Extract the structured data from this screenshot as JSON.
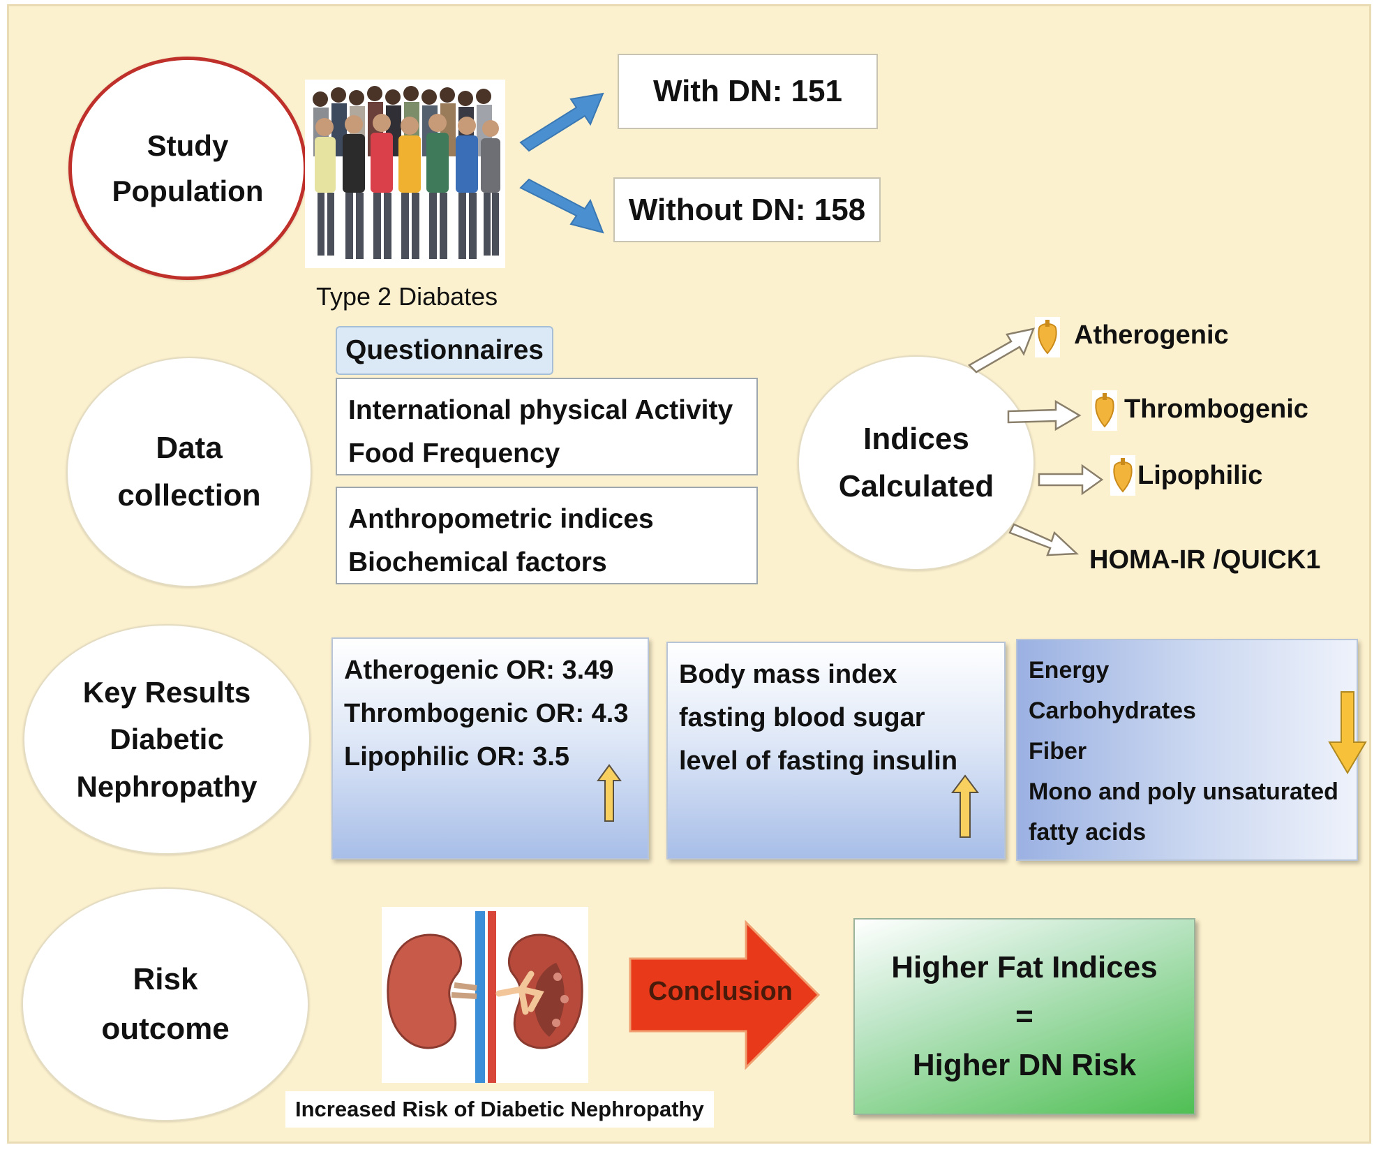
{
  "study_population": {
    "circle_label_1": "Study",
    "circle_label_2": "Population",
    "photo_caption": "Type 2 Diabates",
    "with_dn": "With DN: 151",
    "without_dn": "Without DN: 158"
  },
  "data_collection": {
    "circle_label_1": "Data",
    "circle_label_2": "collection",
    "questionnaires_header": "Questionnaires",
    "questionnaires_items": [
      "International physical Activity",
      "Food Frequency"
    ],
    "measures_items": [
      "Anthropometric indices",
      "Biochemical factors"
    ]
  },
  "indices": {
    "circle_label_1": "Indices",
    "circle_label_2": "Calculated",
    "items": [
      "Atherogenic",
      "Thrombogenic",
      "Lipophilic",
      "HOMA-IR /QUICK1"
    ]
  },
  "key_results": {
    "circle_label_1": "Key Results",
    "circle_label_2": "Diabetic",
    "circle_label_3": "Nephropathy",
    "odds_ratios": [
      "Atherogenic OR: 3.49",
      "Thrombogenic OR: 4.3",
      "Lipophilic OR: 3.5"
    ],
    "clinical": [
      "Body mass index",
      "fasting blood sugar",
      "level of fasting insulin"
    ],
    "dietary": [
      "Energy",
      "Carbohydrates",
      "Fiber",
      "Mono and poly unsaturated",
      "fatty acids"
    ]
  },
  "risk_outcome": {
    "circle_label_1": "Risk",
    "circle_label_2": "outcome",
    "kidney_caption": "Increased Risk of Diabetic Nephropathy",
    "arrow_label": "Conclusion",
    "conclusion_line_1": "Higher Fat Indices",
    "conclusion_line_2": "=",
    "conclusion_line_3": "Higher DN Risk"
  },
  "colors": {
    "background": "#fcf1ce",
    "circle_border_red": "#c0302a",
    "blue_arrow": "#4a8fd0",
    "conclusion_arrow": "#e8391a",
    "up_down_arrow": "#f7d060",
    "conclusion_green": "#4fbf53"
  },
  "icons": [
    "people-photo",
    "kidney-illustration",
    "drop-icon",
    "up-arrow-icon",
    "down-arrow-icon"
  ]
}
